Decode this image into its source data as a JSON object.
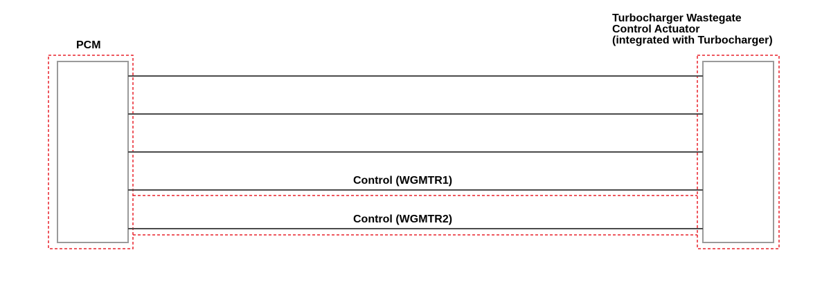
{
  "components": {
    "pcm": {
      "label": "PCM"
    },
    "actuator": {
      "label_lines": [
        "Turbocharger Wastegate",
        "Control Actuator",
        "(integrated with Turbocharger)"
      ]
    }
  },
  "wires": [
    {
      "label": ""
    },
    {
      "label": ""
    },
    {
      "label": ""
    },
    {
      "label": "Control (WGMTR1)"
    },
    {
      "label": "Control (WGMTR2)"
    }
  ],
  "colors": {
    "box_stroke": "#9a9a9a",
    "wire": "#4a4a4a",
    "highlight": "#e8202a"
  }
}
